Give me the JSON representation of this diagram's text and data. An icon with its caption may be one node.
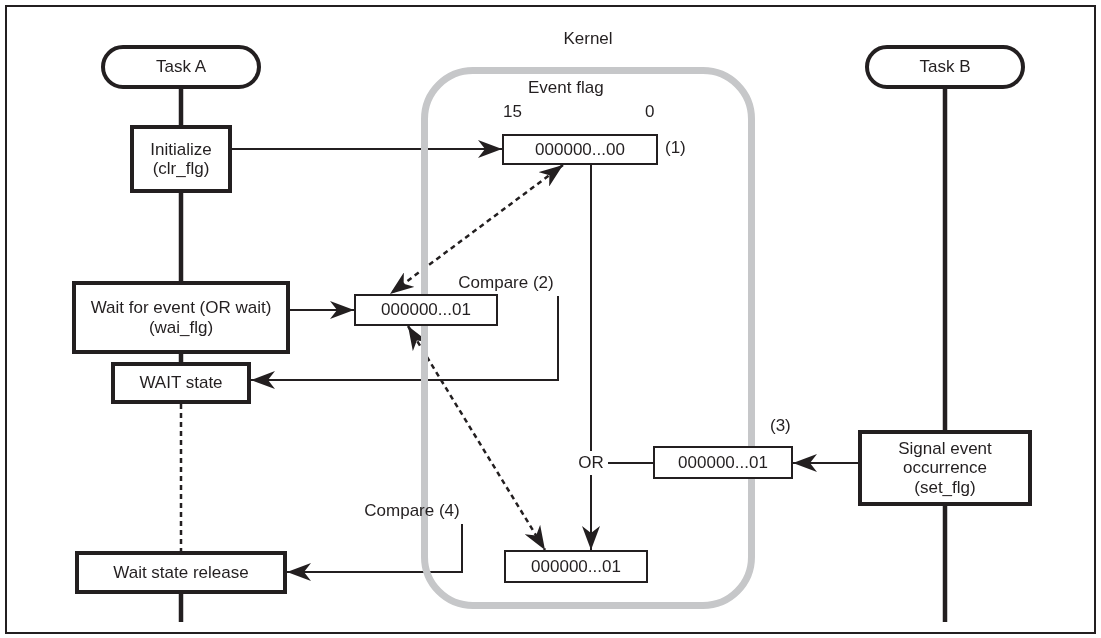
{
  "diagram": {
    "nodes": [
      {
        "text": [
          "Task A"
        ]
      },
      {
        "text": [
          "Kernel"
        ]
      },
      {
        "text": [
          "Task B"
        ]
      },
      {
        "text": [
          "Initialize (clr_flg)"
        ]
      },
      {
        "text": [
          "000000...00"
        ],
        "in": 1,
        "beside": [
          "(1)"
        ]
      },
      {
        "text": [
          "Compare (2)"
        ],
        "in": 1
      },
      {
        "text": [
          "Wait for event (OR wait) (wai_flg)"
        ]
      },
      {
        "text": [
          "000000...01"
        ]
      },
      {
        "text": [
          "WAIT state"
        ]
      },
      {
        "text": [
          "OR"
        ],
        "in": 1
      },
      {
        "text": [
          "000000...01"
        ],
        "beside": [
          "(3)"
        ]
      },
      {
        "text": [
          "Signal event occurrence (set_flg)"
        ]
      },
      {
        "text": [
          "Compare  (4)"
        ]
      },
      {
        "text": [
          "000000...01"
        ],
        "in": 1
      },
      {
        "text": [
          "Wait state release"
        ]
      }
    ],
    "edges": [
      {
        "from": 0,
        "to": 3,
        "arrow": "none",
        "style": "thick"
      },
      {
        "from": 3,
        "to": 6,
        "arrow": "none",
        "style": "thick"
      },
      {
        "from": 6,
        "to": 8,
        "arrow": "none",
        "style": "thick"
      },
      {
        "from": 8,
        "to": 14,
        "arrow": "none",
        "style": "dashed"
      },
      {
        "from": 14,
        "to": null,
        "arrow": "none",
        "style": "thick"
      },
      {
        "from": 2,
        "to": 11,
        "arrow": "none",
        "style": "thick"
      },
      {
        "from": 11,
        "to": null,
        "arrow": "none",
        "style": "thick"
      },
      {
        "from": 3,
        "to": 4,
        "arrow": "to"
      },
      {
        "from": 4,
        "to": 7,
        "arrow": "both",
        "style": "dashed"
      },
      {
        "from": 6,
        "to": 7,
        "arrow": "to"
      },
      {
        "from": 5,
        "to": 8,
        "arrow": "to"
      },
      {
        "from": 7,
        "to": 13,
        "arrow": "both",
        "style": "dashed"
      },
      {
        "from": 4,
        "to": 9,
        "arrow": "none"
      },
      {
        "from": 10,
        "to": 9,
        "arrow": "none"
      },
      {
        "from": 9,
        "to": 13,
        "arrow": "to"
      },
      {
        "from": 11,
        "to": 10,
        "arrow": "to"
      },
      {
        "from": 12,
        "to": 14,
        "arrow": "to"
      }
    ],
    "labels": [
      "Event flag",
      "15",
      "0"
    ]
  }
}
